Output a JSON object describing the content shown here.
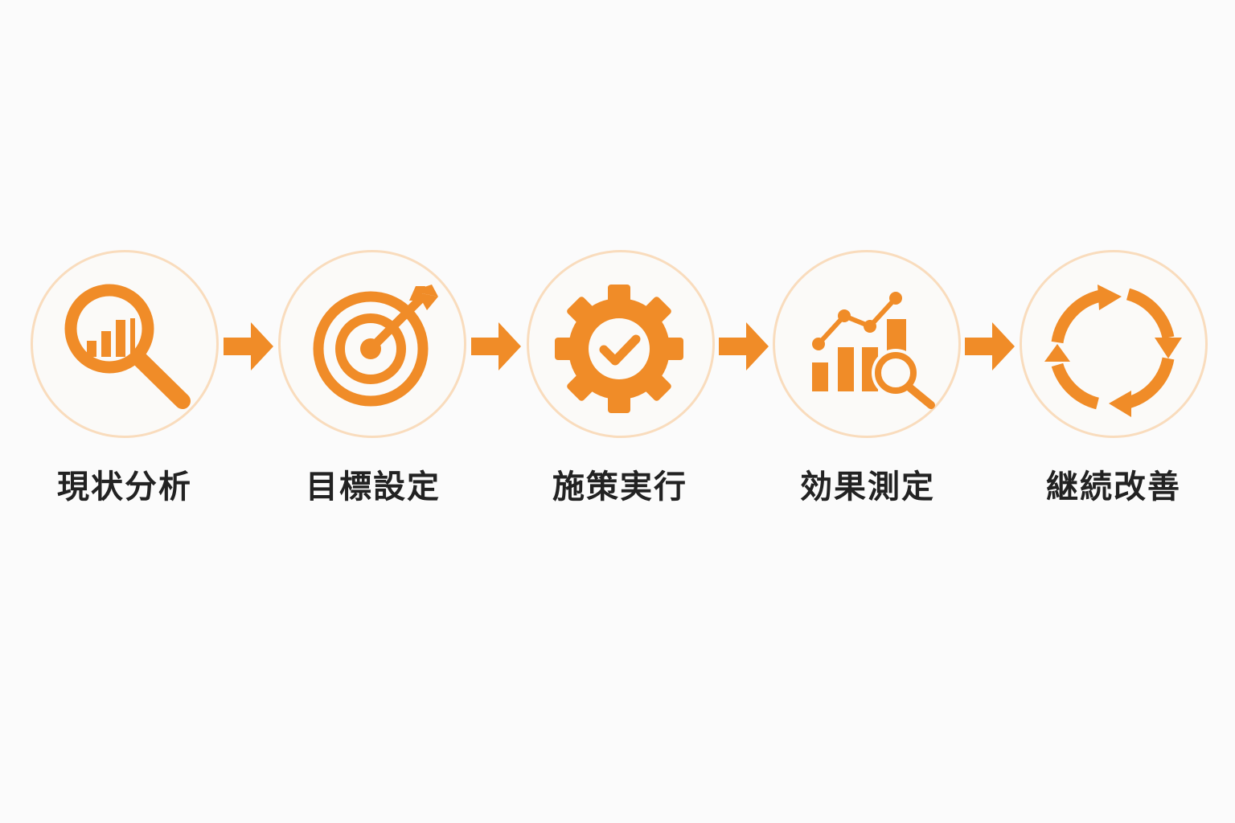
{
  "accent_color": "#f08c28",
  "ring_color": "#f9dcbd",
  "steps": [
    {
      "label": "現状分析",
      "icon": "magnifier-bar-chart-icon"
    },
    {
      "label": "目標設定",
      "icon": "target-arrow-icon"
    },
    {
      "label": "施策実行",
      "icon": "gear-check-icon"
    },
    {
      "label": "効果測定",
      "icon": "chart-magnifier-icon"
    },
    {
      "label": "継続改善",
      "icon": "cycle-arrows-icon"
    }
  ]
}
